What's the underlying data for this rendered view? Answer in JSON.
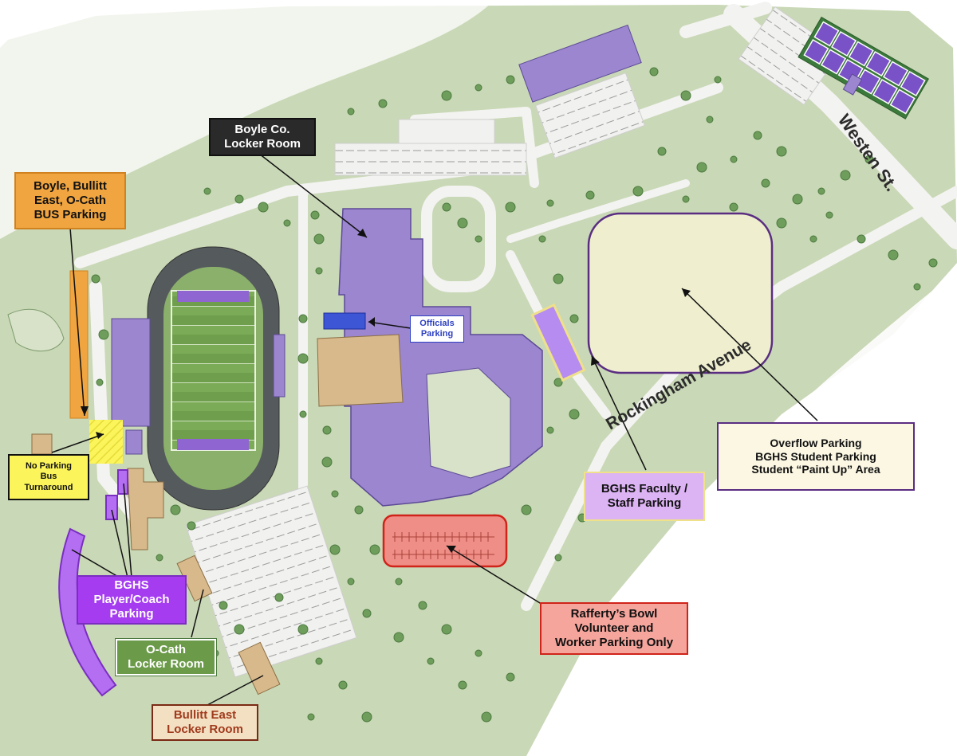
{
  "labels": {
    "boyle_locker": "Boyle Co.\nLocker Room",
    "bus_parking": "Boyle, Bullitt\nEast, O-Cath\nBUS Parking",
    "officials": "Officials\nParking",
    "no_parking": "No Parking\nBus\nTurnaround",
    "bghs_player": "BGHS\nPlayer/Coach\nParking",
    "ocath_locker": "O-Cath\nLocker Room",
    "bullitt_locker": "Bullitt East\nLocker Room",
    "faculty": "BGHS Faculty /\nStaff Parking",
    "overflow": "Overflow Parking\nBGHS Student Parking\nStudent “Paint Up” Area",
    "raffertys": "Rafferty’s Bowl\nVolunteer and\nWorker Parking Only",
    "westen_st": "Westen St.",
    "rockingham": "Rockingham Avenue"
  },
  "colors": {
    "grass": "#c9d8b6",
    "building": "#9b86cf",
    "tan": "#d8b98c",
    "road": "#f1f1ef",
    "orange": "#f0a540",
    "yellow": "#fbf45a",
    "purple_label": "#a53cf0",
    "lavender": "#dcb3f3",
    "green_label": "#6b9a49",
    "red_area": "#ef8e86",
    "overflow_fill": "#efefcf"
  }
}
